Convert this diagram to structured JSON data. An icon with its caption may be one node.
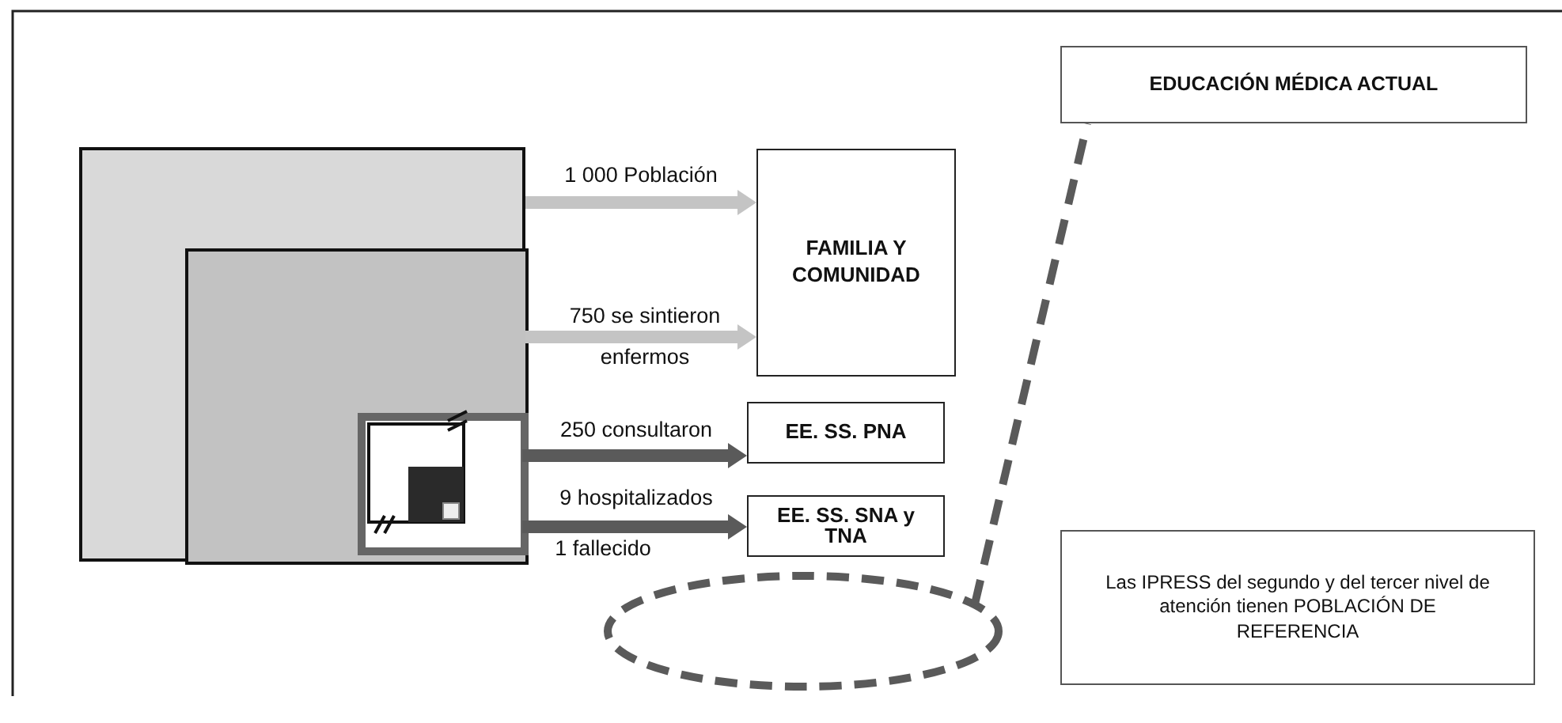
{
  "diagram": {
    "nodes": [
      {
        "text": [],
        "shape": "box"
      },
      {
        "text": [],
        "shape": "box",
        "in": 0
      },
      {
        "text": [],
        "shape": "box",
        "in": 1
      },
      {
        "text": [
          "FAMILIA Y COMUNIDAD"
        ]
      },
      {
        "text": [
          "EE. SS. PNA"
        ]
      },
      {
        "text": [
          "EE. SS. SNA y TNA"
        ]
      },
      {
        "text": [
          "EDUCACIÓN MÉDICA ACTUAL"
        ]
      },
      {
        "text": [
          "Las IPRESS del segundo y del tercer nivel de atención tienen POBLACIÓN DE REFERENCIA"
        ]
      },
      {
        "text": [],
        "shape": "circle"
      }
    ],
    "edges": [
      {
        "from": 0,
        "to": 3,
        "arrow": "to",
        "label": "1 000 Población",
        "color": "#c4c4c4"
      },
      {
        "from": 1,
        "to": 3,
        "arrow": "to",
        "label": "750 se sintieron enfermos",
        "color": "#c4c4c4"
      },
      {
        "from": 2,
        "to": 4,
        "arrow": "to",
        "label": "250 consultaron",
        "color": "#5a5a5a"
      },
      {
        "from": 2,
        "to": 5,
        "arrow": "to",
        "label": "9 hospitalizados",
        "color": "#5a5a5a"
      },
      {
        "from": 8,
        "to": 6,
        "arrow": "none",
        "style": "dashed",
        "color": "#5a5a5a"
      }
    ],
    "labels": [
      "1 fallecido"
    ]
  }
}
